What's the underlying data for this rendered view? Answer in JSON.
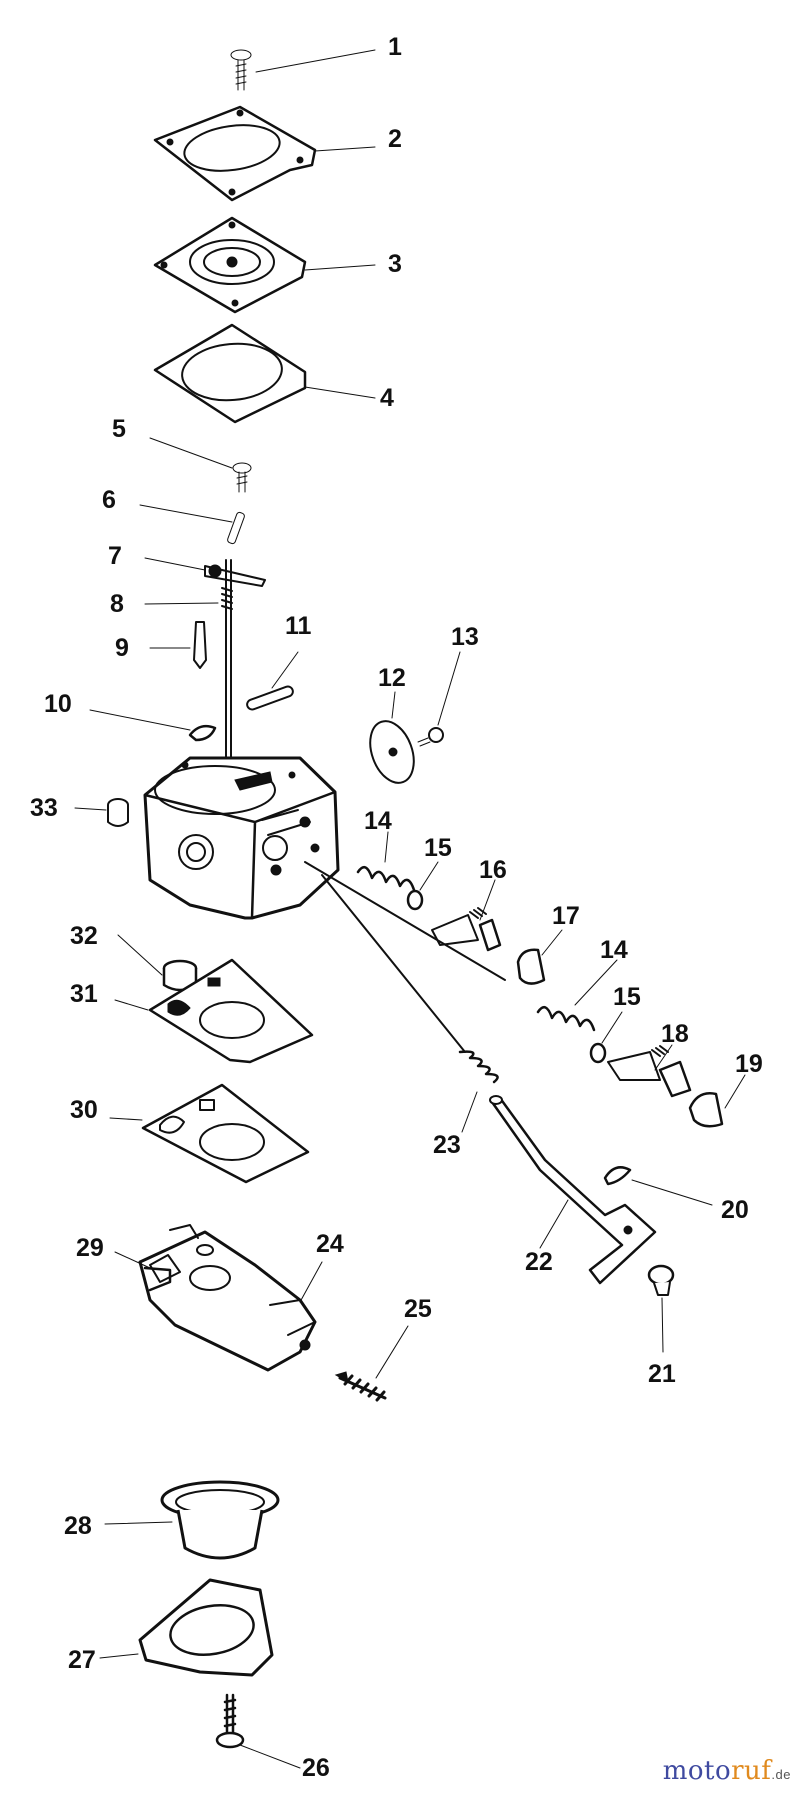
{
  "callouts": [
    {
      "id": "c1",
      "label": "1"
    },
    {
      "id": "c2",
      "label": "2"
    },
    {
      "id": "c3",
      "label": "3"
    },
    {
      "id": "c4",
      "label": "4"
    },
    {
      "id": "c5",
      "label": "5"
    },
    {
      "id": "c6",
      "label": "6"
    },
    {
      "id": "c7",
      "label": "7"
    },
    {
      "id": "c8",
      "label": "8"
    },
    {
      "id": "c9",
      "label": "9"
    },
    {
      "id": "c10",
      "label": "10"
    },
    {
      "id": "c11",
      "label": "11"
    },
    {
      "id": "c12",
      "label": "12"
    },
    {
      "id": "c13",
      "label": "13"
    },
    {
      "id": "c14a",
      "label": "14"
    },
    {
      "id": "c15a",
      "label": "15"
    },
    {
      "id": "c16",
      "label": "16"
    },
    {
      "id": "c17",
      "label": "17"
    },
    {
      "id": "c14b",
      "label": "14"
    },
    {
      "id": "c15b",
      "label": "15"
    },
    {
      "id": "c18",
      "label": "18"
    },
    {
      "id": "c19",
      "label": "19"
    },
    {
      "id": "c20",
      "label": "20"
    },
    {
      "id": "c21",
      "label": "21"
    },
    {
      "id": "c22",
      "label": "22"
    },
    {
      "id": "c23",
      "label": "23"
    },
    {
      "id": "c24",
      "label": "24"
    },
    {
      "id": "c25",
      "label": "25"
    },
    {
      "id": "c26",
      "label": "26"
    },
    {
      "id": "c27",
      "label": "27"
    },
    {
      "id": "c28",
      "label": "28"
    },
    {
      "id": "c29",
      "label": "29"
    },
    {
      "id": "c30",
      "label": "30"
    },
    {
      "id": "c31",
      "label": "31"
    },
    {
      "id": "c32",
      "label": "32"
    },
    {
      "id": "c33",
      "label": "33"
    }
  ],
  "watermark": {
    "part1": "moto",
    "part2": "ruf",
    "suffix": ".de"
  }
}
